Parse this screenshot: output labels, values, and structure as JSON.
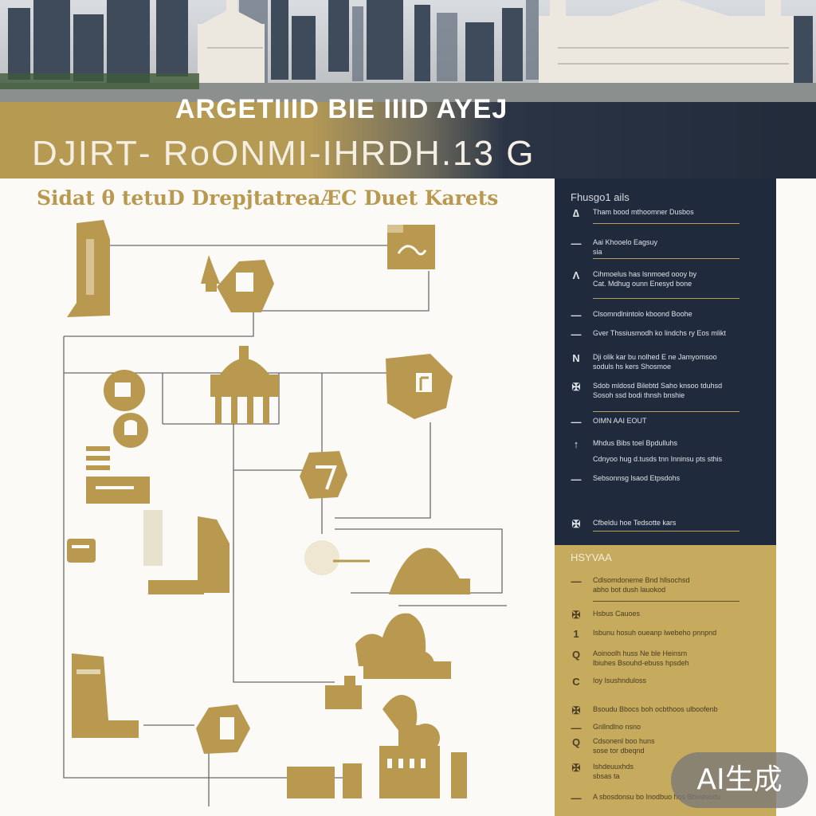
{
  "banner": {
    "title_line1": "ARGETIIID BIE IIID AYEJ",
    "title_line2": "DJIRT‐ RoONMI-IHRDH.13 G"
  },
  "diagram": {
    "subtitle": "Sidat θ tetuD DrepjtatreaÆC Duet Karets"
  },
  "panel_dark": {
    "heading": "Fhusgo1 ails",
    "items": [
      {
        "glyph": "∆",
        "text": "Tham bood mthoomner Dusbos"
      },
      {
        "glyph": "—",
        "text": "Aai Khooelo Eagsuy\nsia"
      },
      {
        "glyph": "Λ",
        "text": "Cihmoelus has lsnmoed oooy by\nCat. Mdhug ounn Enesyd bone"
      },
      {
        "glyph": "—",
        "text": "Clsomndlnintolo kboond Boohe"
      },
      {
        "glyph": "—",
        "text": "Gver Thssiusmodh ko lindchs ry Eos mlikt"
      },
      {
        "glyph": "N",
        "text": "Dji olik kar bu nolhed E ne Jamyomsoo\nsoduls hs kers Shosmoe"
      },
      {
        "glyph": "✠",
        "text": "Sdob mldosd Bilebtd Saho knsoo tduhsd\nSosoh ssd bodi thnsh bnshie"
      },
      {
        "glyph": "—",
        "text": "OIMN AAI EOUT"
      },
      {
        "glyph": "↑",
        "text": "Mhdus Bibs toel Bpdulluhs"
      },
      {
        "glyph": "",
        "text": "Cdnyoo hug d.tusds tnn Inninsu pts sthis"
      },
      {
        "glyph": "—",
        "text": "Sebsonnsg lsaod Etpsdohs"
      },
      {
        "glyph": "✠",
        "text": "Cfbeldu hoe Tedsotte kars"
      }
    ]
  },
  "panel_gold": {
    "heading": "HSYVAA",
    "items": [
      {
        "glyph": "—",
        "text": "Cdlsomdoneme Bnd hllsochsd\nabho bot dush lauokod"
      },
      {
        "glyph": "✠",
        "text": "Hsbus Cauoes"
      },
      {
        "glyph": "1",
        "text": "Isbunu hosuh oueanp lwebeho pnnpnd"
      },
      {
        "glyph": "Q",
        "text": "Aoinoolh huss Ne ble Heinsm\nlbiuhes Bsouhd-ebuss hpsdeh"
      },
      {
        "glyph": "C",
        "text": "Ioy Isushnduloss"
      },
      {
        "glyph": "✠",
        "text": "Bsoudu Bbocs boh ocbthoos ulboofenb"
      },
      {
        "glyph": "—",
        "text": "Gnllndlno nsno"
      },
      {
        "glyph": "Q",
        "text": "Cdsonenl boo huns\nsose tor dbeqnd"
      },
      {
        "glyph": "✠",
        "text": "Ishdeuuxhds\nsbsas ta"
      },
      {
        "glyph": "—",
        "text": "A sbosdonsu bo Inodbuo hos Bbsslsodu"
      }
    ]
  },
  "badge": {
    "label": "AI生成"
  },
  "colors": {
    "gold": "#b8994f",
    "navy": "#1f2a3d",
    "gold_panel": "#c6aa5d",
    "line": "#6a6a6a"
  }
}
